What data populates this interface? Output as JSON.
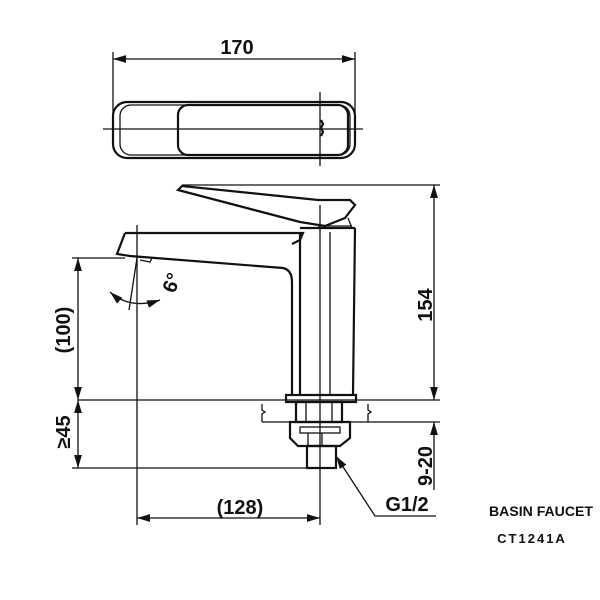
{
  "title": "BASIN FAUCET",
  "model": "CT1241A",
  "dimensions": {
    "width_top": "170",
    "height_total": "154",
    "spout_height": "(100)",
    "deck_thickness": "≥45",
    "spout_reach": "(128)",
    "mount_range": "9-20",
    "angle": "6°",
    "thread": "G1/2"
  },
  "colors": {
    "line": "#111111",
    "background": "#ffffff"
  }
}
